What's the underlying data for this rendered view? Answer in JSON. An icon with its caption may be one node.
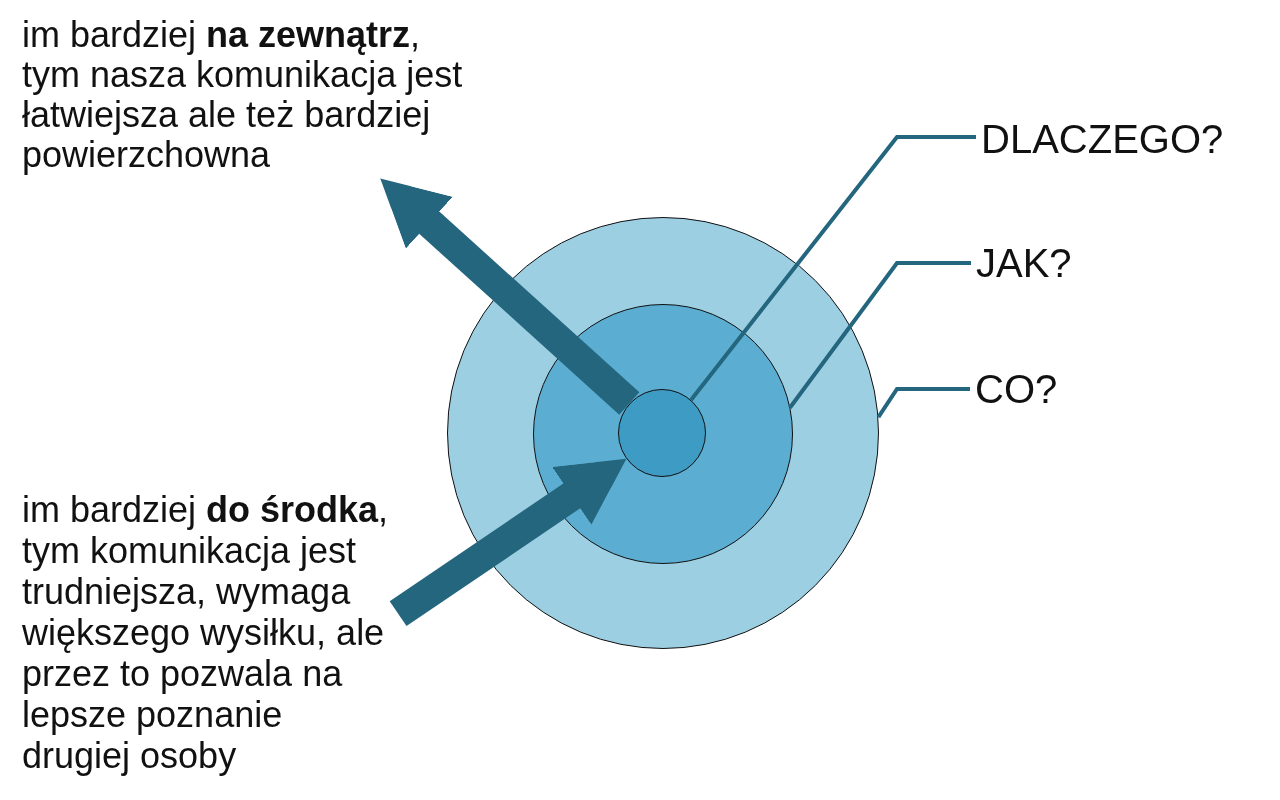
{
  "diagram": {
    "nodes": [
      {
        "text": [
          "im bardziej **na zewnątrz**, tym nasza komunikacja jest łatwiejsza ale też bardziej powierzchowna"
        ]
      },
      {
        "text": [],
        "shape": "circle"
      },
      {
        "text": [],
        "shape": "circle",
        "in": 1
      },
      {
        "text": [],
        "shape": "circle",
        "in": 2
      },
      {
        "text": [
          "DLACZEGO?"
        ]
      },
      {
        "text": [
          "JAK?"
        ]
      },
      {
        "text": [
          "CO?"
        ]
      },
      {
        "text": [
          "im bardziej **do środka**, tym komunikacja jest trudniejsza, wymaga większego wysiłku, ale przez to pozwala na lepsze poznanie drugiej osoby"
        ]
      }
    ],
    "edges": [
      {
        "from": 3,
        "to": 0,
        "arrow": "to",
        "style": "thick"
      },
      {
        "from": 4,
        "to": 3,
        "arrow": "none"
      },
      {
        "from": 5,
        "to": 2,
        "arrow": "none"
      },
      {
        "from": 6,
        "to": 1,
        "arrow": "none"
      },
      {
        "from": 7,
        "to": 3,
        "arrow": "to",
        "style": "thick"
      }
    ]
  }
}
